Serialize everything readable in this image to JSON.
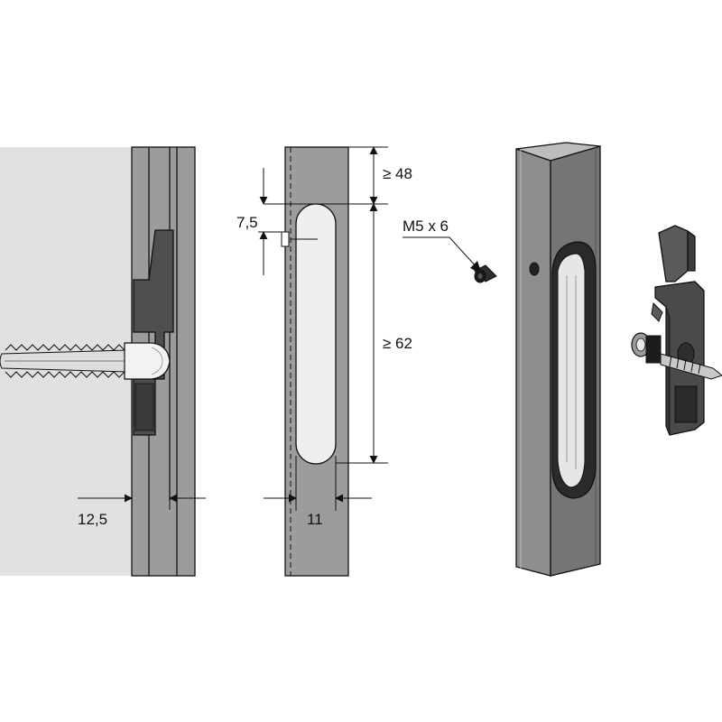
{
  "colors": {
    "wall": "#e1e1e1",
    "profile": "#9c9c9c",
    "profile_dark": "#6e6e6e",
    "bracket": "#4e4e4e",
    "slot": "#efefef",
    "outline": "#111111"
  },
  "dimensions": {
    "left_offset": "12,5",
    "slot_width": "11",
    "top_distance": "≥ 48",
    "slot_height": "≥ 62",
    "hole_offset": "7,5",
    "screw_spec": "M5 x 6"
  }
}
